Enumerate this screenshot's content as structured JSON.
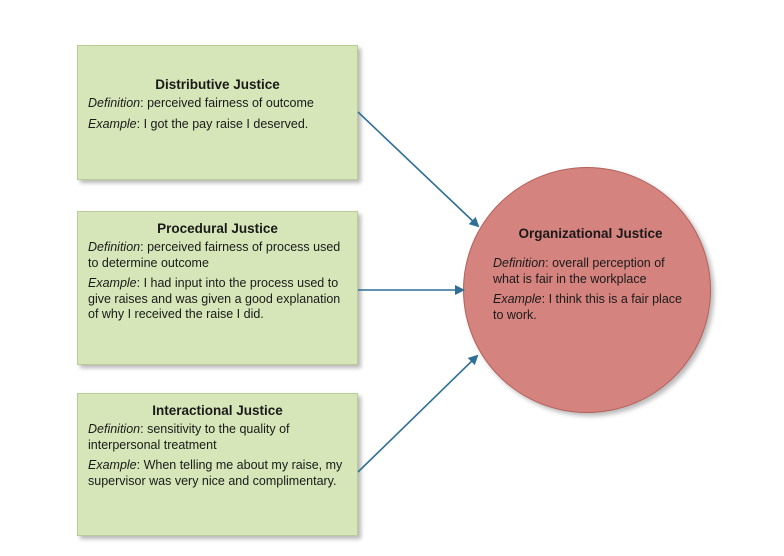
{
  "boxes": {
    "distributive": {
      "title": "Distributive Justice",
      "definition_label": "Definition",
      "definition_text": ": perceived fairness of outcome",
      "example_label": "Example",
      "example_text": ": I got the pay raise I deserved."
    },
    "procedural": {
      "title": "Procedural Justice",
      "definition_label": "Definition",
      "definition_text": ": perceived fairness of process used to determine outcome",
      "example_label": "Example",
      "example_text": ": I had input into the process used to give raises and was given a good explanation of why I received the raise I did."
    },
    "interactional": {
      "title": "Interactional Justice",
      "definition_label": "Definition",
      "definition_text": ": sensitivity to the quality of interpersonal treatment",
      "example_label": "Example",
      "example_text": ": When telling me about my raise, my supervisor was very nice and complimentary."
    }
  },
  "center": {
    "title": "Organizational Justice",
    "definition_label": "Definition",
    "definition_text": ": overall perception of what is fair in the workplace",
    "example_label": "Example",
    "example_text": ": I think this is a fair place to work."
  },
  "colors": {
    "box_fill": "#d6e6b8",
    "circle_fill": "#d5837e",
    "arrow": "#2f6f95"
  }
}
